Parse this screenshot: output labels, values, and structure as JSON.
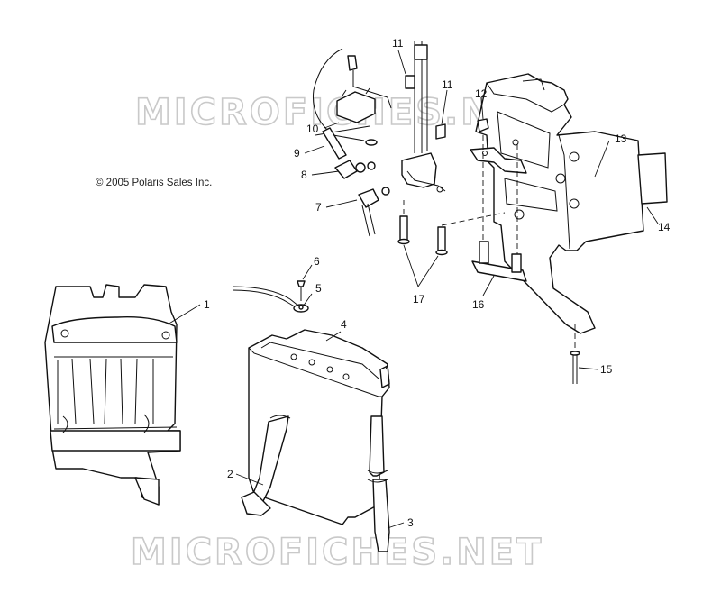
{
  "copyright": "© 2005 Polaris Sales Inc.",
  "watermarks": [
    "MICROFICHES.NET",
    "MICROFICHES.NET"
  ],
  "callouts": {
    "c1": "1",
    "c2": "2",
    "c3": "3",
    "c4": "4",
    "c5": "5",
    "c6": "6",
    "c7": "7",
    "c8": "8",
    "c9": "9",
    "c10": "10",
    "c11a": "11",
    "c11b": "11",
    "c12": "12",
    "c13": "13",
    "c14": "14",
    "c15": "15",
    "c16": "16",
    "c17": "17"
  }
}
